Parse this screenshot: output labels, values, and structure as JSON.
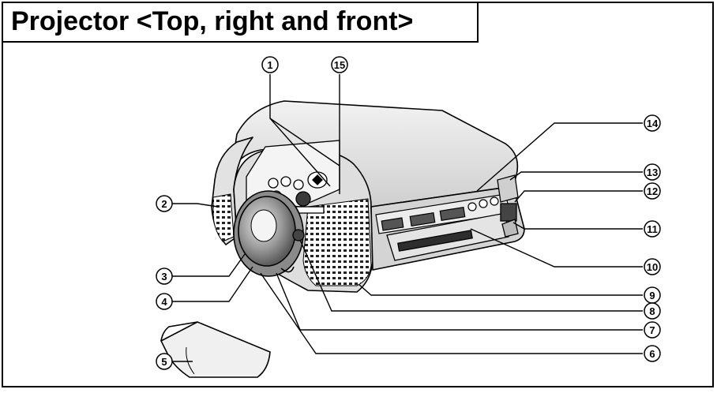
{
  "title": "Projector <Top, right and front>",
  "callouts": [
    {
      "id": "1",
      "label": "1"
    },
    {
      "id": "15",
      "label": "15"
    },
    {
      "id": "14",
      "label": "14"
    },
    {
      "id": "13",
      "label": "13"
    },
    {
      "id": "12",
      "label": "12"
    },
    {
      "id": "11",
      "label": "11"
    },
    {
      "id": "10",
      "label": "10"
    },
    {
      "id": "9",
      "label": "9"
    },
    {
      "id": "8",
      "label": "8"
    },
    {
      "id": "7",
      "label": "7"
    },
    {
      "id": "6",
      "label": "6"
    },
    {
      "id": "5",
      "label": "5"
    },
    {
      "id": "4",
      "label": "4"
    },
    {
      "id": "3",
      "label": "3"
    },
    {
      "id": "2",
      "label": "2"
    }
  ],
  "colors": {
    "line": "#000000",
    "body": "#ffffff",
    "shade": "#bdbdbd",
    "dark": "#6b6b6b"
  }
}
